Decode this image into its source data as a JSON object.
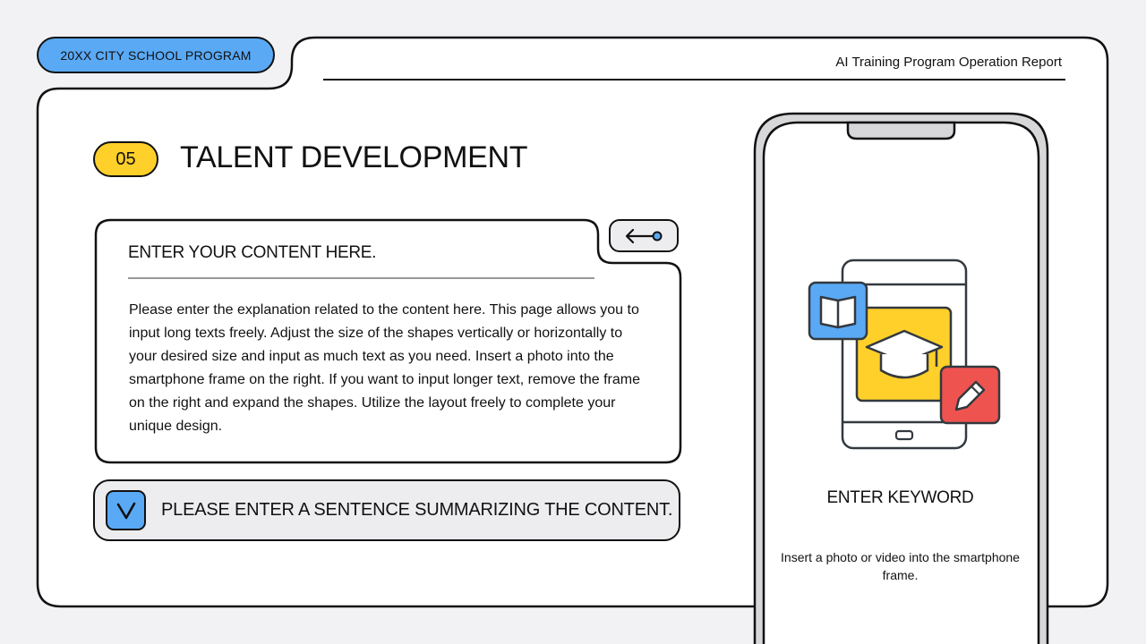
{
  "header": {
    "program_tag": "20XX CITY SCHOOL PROGRAM",
    "report_title": "AI Training Program Operation Report"
  },
  "section": {
    "number": "05",
    "title": "TALENT DEVELOPMENT"
  },
  "content_card": {
    "heading": "ENTER YOUR CONTENT HERE.",
    "body": "Please enter the explanation related to the content here. This page allows you to input long texts freely. Adjust the size of the shapes vertically or horizontally to your desired size and input as much text as you need. Insert a photo into the smartphone frame on the right. If you want to input longer text, remove the frame on the right and expand the shapes. Utilize the layout freely to complete your unique design."
  },
  "summary": {
    "text": "PLEASE ENTER A SENTENCE SUMMARIZING THE CONTENT."
  },
  "phone": {
    "keyword": "ENTER KEYWORD",
    "note": "Insert a photo or video into the smartphone frame."
  },
  "icons": {
    "arrow": "arrow-left-icon",
    "check": "check-icon",
    "illustration": [
      "tablet-icon",
      "graduation-cap-icon",
      "book-icon",
      "pencil-icon"
    ]
  },
  "colors": {
    "blue": "#5aa9f5",
    "yellow": "#ffd02a",
    "red": "#ef5350",
    "background": "#f2f2f4"
  }
}
